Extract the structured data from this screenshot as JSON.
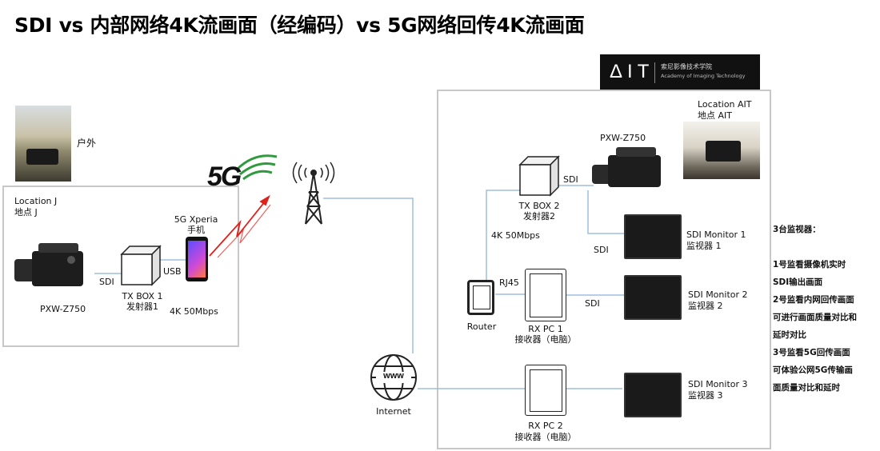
{
  "title": "SDI vs 内部网络4K流画面（经编码）vs 5G网络回传4K流画面",
  "left_panel": {
    "outdoor_label": "户外",
    "location_en": "Location J",
    "location_cn": "地点 J",
    "camera_label": "PXW-Z750",
    "sdi_label": "SDI",
    "tx_box_en": "TX BOX 1",
    "tx_box_cn": "发射器1",
    "usb_label": "USB",
    "phone_en": "5G Xperia",
    "phone_cn": "手机",
    "bitrate": "4K 50Mbps"
  },
  "network": {
    "five_g": "5G",
    "internet": "Internet",
    "www": "www"
  },
  "ait": {
    "logo": "ΔIT",
    "logo_cn": "索尼影像技术学院",
    "logo_en": "Academy of Imaging Technology",
    "location_en": "Location AIT",
    "location_cn": "地点 AIT",
    "camera_label": "PXW-Z750",
    "tx_box2_en": "TX BOX 2",
    "tx_box2_cn": "发射器2",
    "bitrate": "4K 50Mbps",
    "sdi_cam_tx": "SDI",
    "sdi_cam_mon1": "SDI",
    "monitor1_en": "SDI Monitor 1",
    "monitor1_cn": "监视器 1",
    "rj45": "RJ45",
    "router": "Router",
    "rxpc1_en": "RX PC 1",
    "rxpc1_cn": "接收器（电脑）",
    "sdi_pc1_mon2": "SDI",
    "monitor2_en": "SDI Monitor 2",
    "monitor2_cn": "监视器 2",
    "rxpc2_en": "RX PC 2",
    "rxpc2_cn": "接收器（电脑）",
    "monitor3_en": "SDI Monitor 3",
    "monitor3_cn": "监视器 3"
  },
  "notes": [
    "3台监视器：",
    "",
    "1号监看摄像机实时",
    "SDI输出画面",
    "2号监看内网回传画面",
    "可进行画面质量对比和",
    "延时对比",
    "3号监看5G回传画面",
    "可体验公网5G传输画",
    "面质量对比和延时"
  ],
  "colors": {
    "link_blue": "#9dbde0",
    "signal_red": "#e0201a",
    "five_g_green": "#2f9a3e",
    "border_gray": "#c8c8c8"
  }
}
